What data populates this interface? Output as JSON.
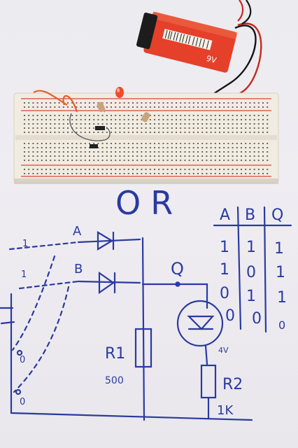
{
  "battery": {
    "label": "9V",
    "body_color": "#e4402a",
    "cap_color": "#1c1c1c"
  },
  "breadboard": {
    "board_color": "#f1ece2",
    "rail_line_color": "#d9463a",
    "led_color": "#f04a2a"
  },
  "drawing": {
    "ink_color": "#2a3aa0",
    "title": "OR",
    "input_a": "A",
    "input_b": "B",
    "output_q": "Q",
    "r1_label": "R1",
    "r1_value": "500",
    "r2_label": "R2",
    "r2_value": "1K",
    "led_voltage_note": "4V",
    "switch_values": [
      "1",
      "1",
      "0",
      "0"
    ],
    "truth_table": {
      "headers": [
        "A",
        "B",
        "Q"
      ],
      "rows": [
        [
          "1",
          "1",
          "1"
        ],
        [
          "1",
          "0",
          "1"
        ],
        [
          "0",
          "1",
          "1"
        ],
        [
          "0",
          "0",
          "0"
        ]
      ]
    }
  }
}
